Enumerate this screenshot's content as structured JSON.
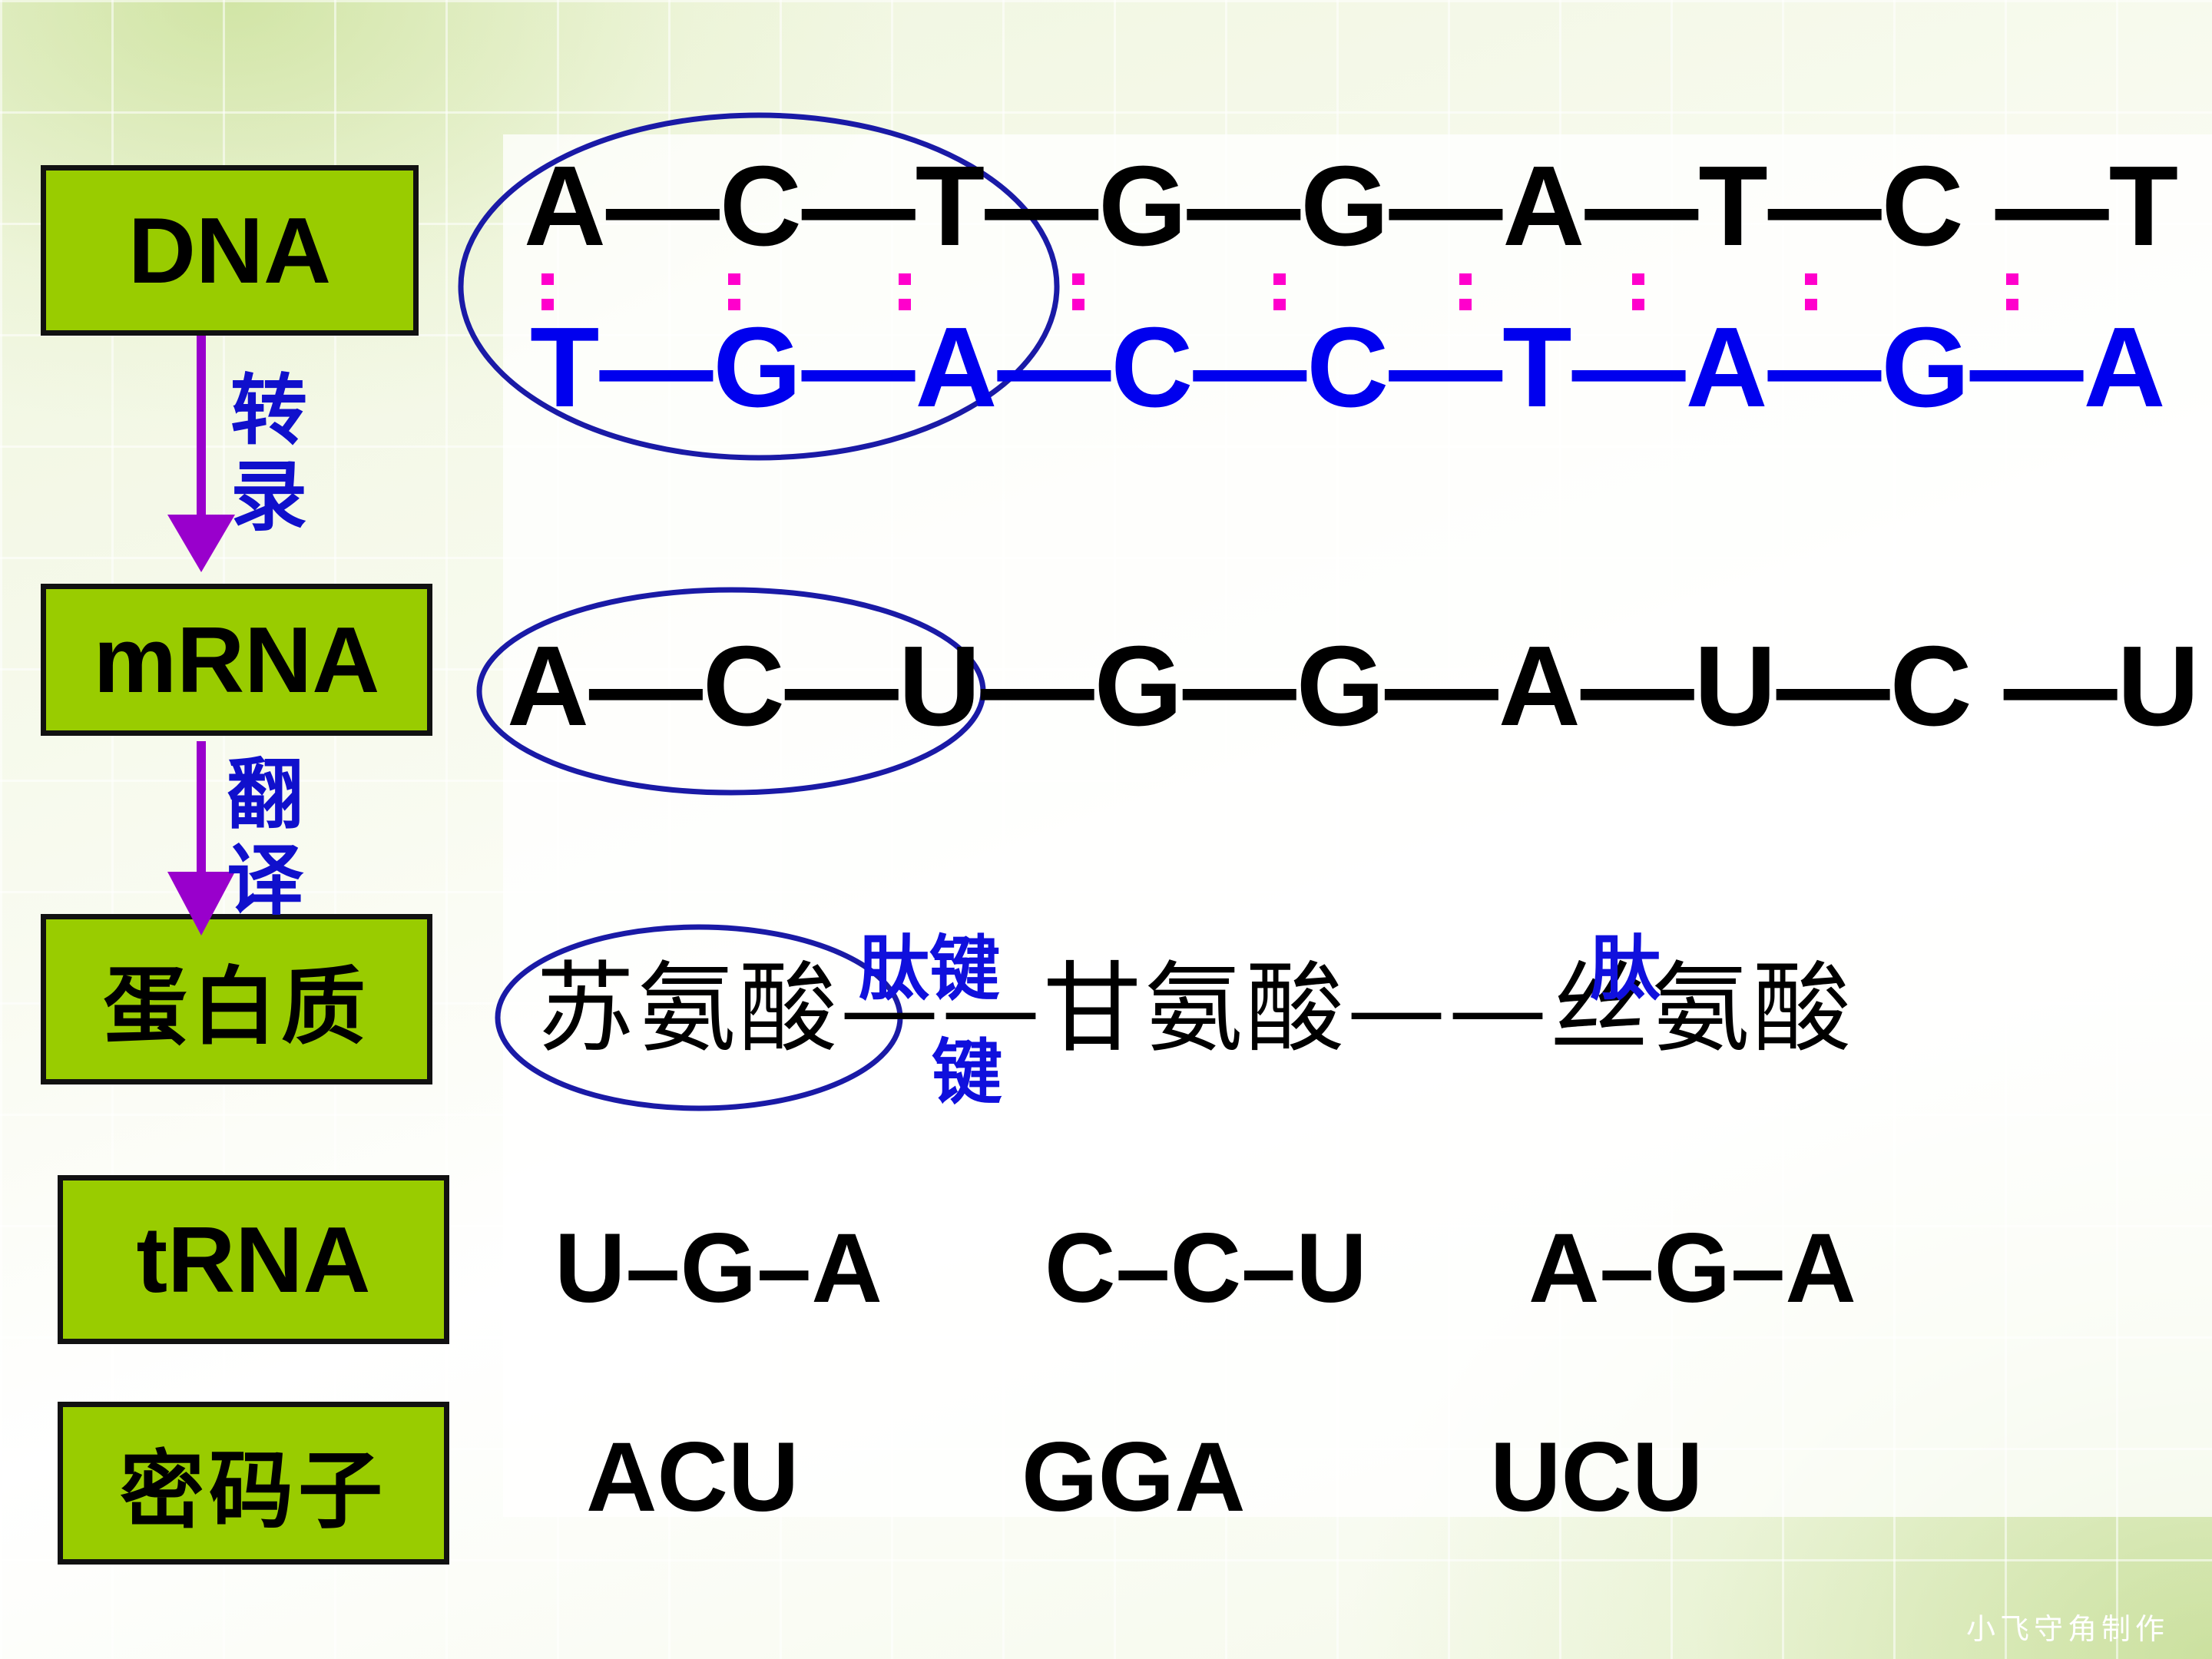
{
  "labels": {
    "dna": "DNA",
    "mrna": "mRNA",
    "protein": "蛋白质",
    "trna": "tRNA",
    "codon": "密码子"
  },
  "arrows": {
    "transcription": "转录",
    "translation": "翻译"
  },
  "dna": {
    "top_strand": "A—C—T—G—G—A—T—C —T",
    "bottom_strand": "T—G—A—C—C—T—A—G—A"
  },
  "mrna": {
    "sequence": "A—C—U—G—G—A—U—C —U"
  },
  "protein": {
    "chain": "苏氨酸——甘氨酸——丝氨酸",
    "bond_label_1a": "肽键",
    "bond_label_1b": "键",
    "bond_label_2": "肽"
  },
  "trna": [
    "U–G–A",
    "C–C–U",
    "A–G–A"
  ],
  "codons": [
    "ACU",
    "GGA",
    "UCU"
  ],
  "watermark": "小飞守角制作",
  "colors": {
    "label_box": "#99cc00",
    "complement_strand": "#0000ee",
    "arrow": "#9900cc",
    "circle": "#1a1aa6",
    "hydrogen_bond": "#ff00cc"
  }
}
